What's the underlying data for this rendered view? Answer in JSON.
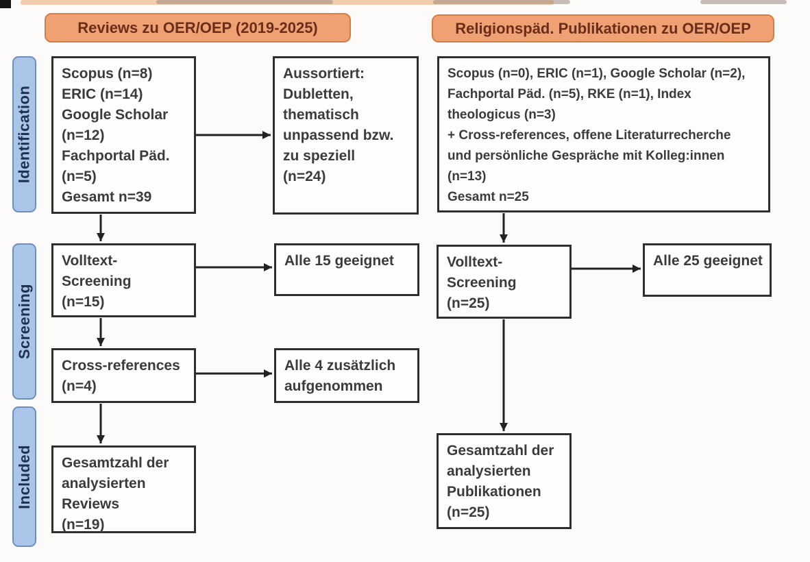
{
  "diagram": {
    "stage_labels": [
      "Identification",
      "Screening",
      "Included"
    ],
    "left_column": {
      "header": "Reviews zu OER/OEP (2019-2025)",
      "identification_box": "Scopus (n=8)\nERIC (n=14)\nGoogle Scholar\n(n=12)\nFachportal Päd.\n(n=5)\nGesamt n=39",
      "excluded_box": "Aussortiert:\nDubletten,\nthematisch\nunpassend bzw.\nzu speziell\n(n=24)",
      "fulltext_box": "Volltext-\nScreening\n(n=15)",
      "fulltext_result_box": "Alle 15 geeignet",
      "crossref_box": "Cross-references\n(n=4)",
      "crossref_result_box": "Alle 4 zusätzlich\naufgenommen",
      "included_box": "Gesamtzahl der\nanalysierten\nReviews\n(n=19)"
    },
    "right_column": {
      "header": "Religionspäd. Publikationen zu OER/OEP",
      "identification_box": "Scopus (n=0), ERIC (n=1), Google Scholar (n=2),\nFachportal Päd. (n=5), RKE (n=1), Index\ntheologicus (n=3)\n+ Cross-references, offene Literaturrecherche\nund persönliche Gespräche mit Kolleg:innen\n(n=13)\nGesamt n=25",
      "fulltext_box": "Volltext-\nScreening\n(n=25)",
      "fulltext_result_box": "Alle 25 geeignet",
      "included_box": "Gesamtzahl der\nanalysierten\nPublikationen\n(n=25)"
    },
    "colors": {
      "header_fill": "#F0A173",
      "header_border": "#D47C44",
      "header_text": "#6B2D1B",
      "stage_fill": "#AAC5E8",
      "stage_border": "#6D8FC0",
      "stage_text": "#1E3150",
      "box_border": "#2E2E2E",
      "box_text": "#3B3B3B",
      "arrow": "#222222",
      "background": "#FCFBF9"
    }
  }
}
